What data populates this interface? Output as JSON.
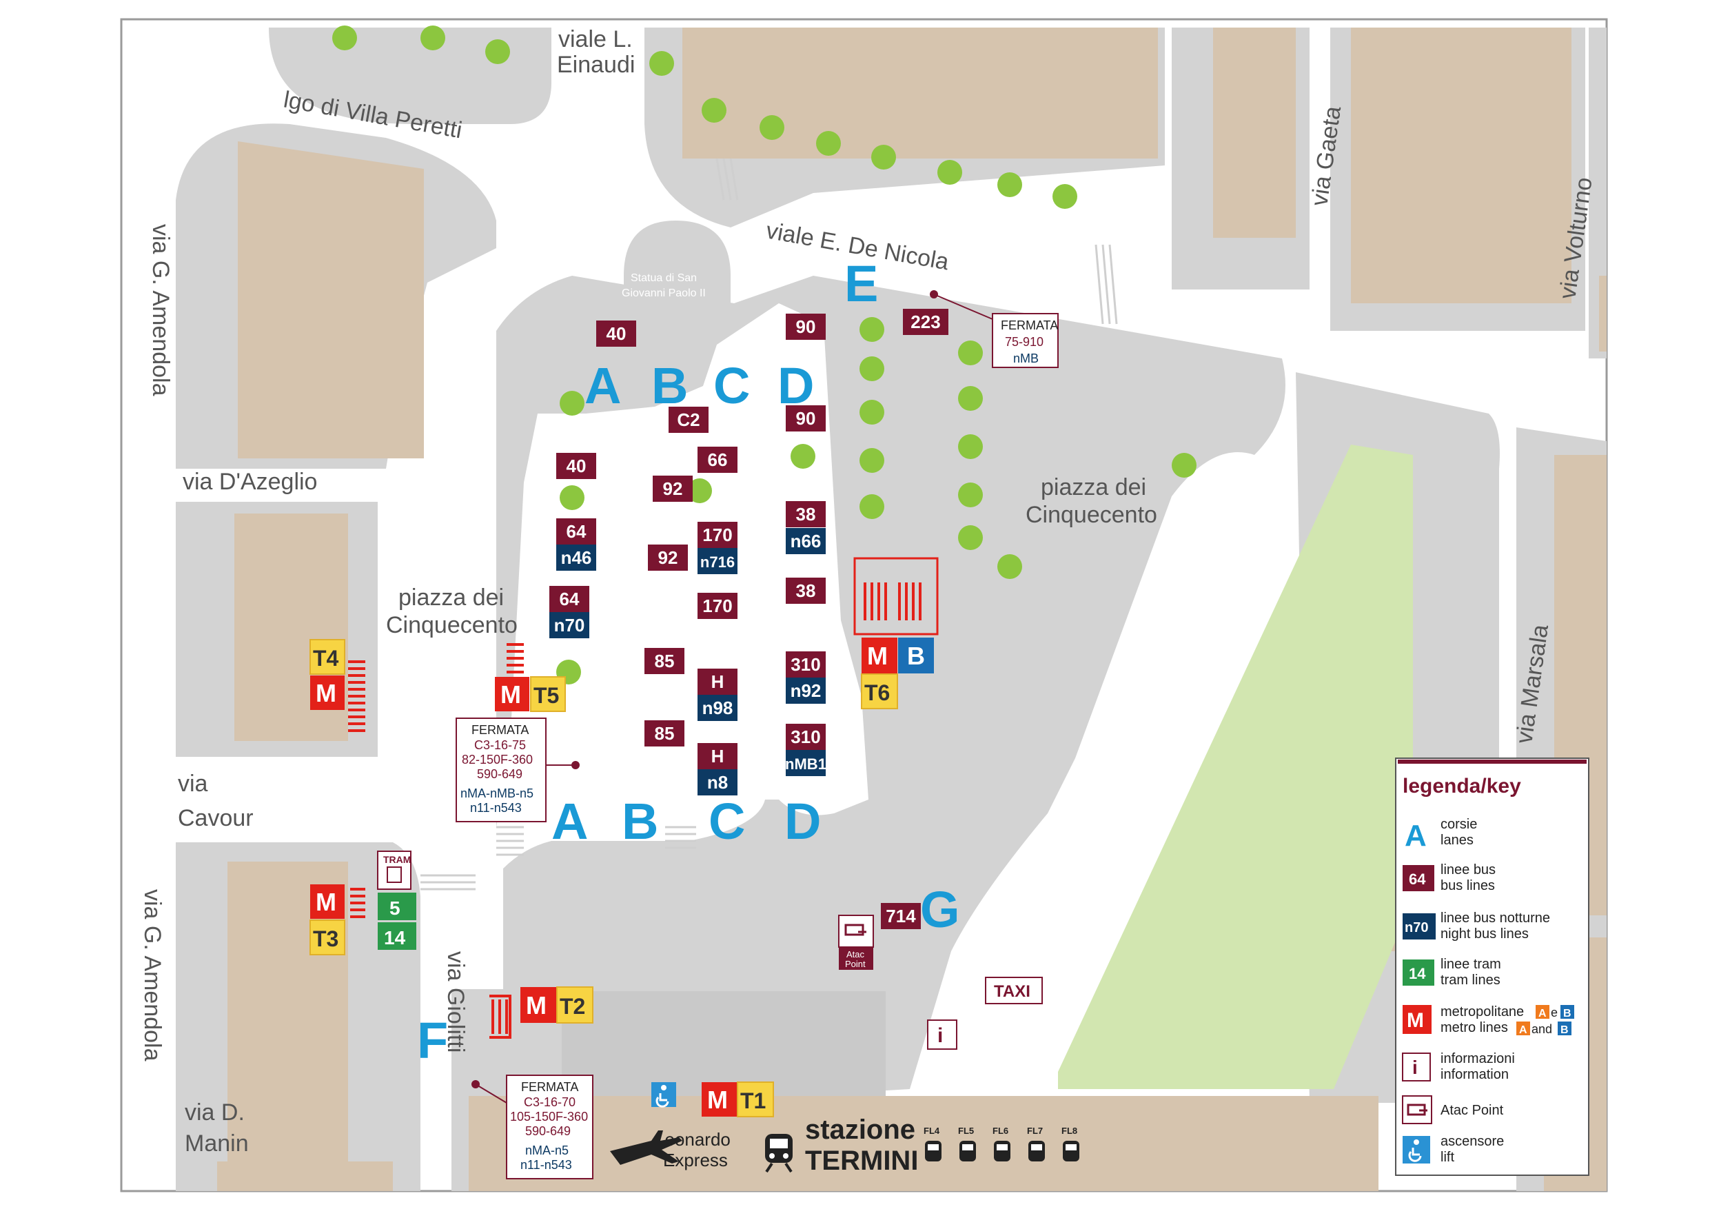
{
  "colors": {
    "street": "#ffffff",
    "block": "#d3d3d3",
    "building": "#d6c4ae",
    "square": "#c8c8c8",
    "park": "#d2e6b0",
    "tree": "#8cc63f",
    "lane": "#1a9ad6",
    "bus": "#7a1530",
    "night_bus": "#0d3a63",
    "tram": "#2a9a4a",
    "metro": "#e32119",
    "metro_b": "#1b6fb5",
    "yellow": "#f7d443"
  },
  "streets": {
    "einaudi_1": "viale L.",
    "einaudi_2": "Einaudi",
    "villa_peretti": "lgo di Villa Peretti",
    "de_nicola": "viale E. De Nicola",
    "gaeta": "via Gaeta",
    "volturno": "via Volturno",
    "amendola_top": "via G. Amendola",
    "azeglio": "via D'Azeglio",
    "cinquecento_left_1": "piazza dei",
    "cinquecento_left_2": "Cinquecento",
    "cinquecento_right_1": "piazza dei",
    "cinquecento_right_2": "Cinquecento",
    "cavour_1": "via",
    "cavour_2": "Cavour",
    "amendola_bottom": "via G. Amendola",
    "giolitti": "via Giolitti",
    "manin_1": "via D.",
    "manin_2": "Manin",
    "marsala": "via Marsala"
  },
  "statue": {
    "line1": "Statua di San",
    "line2": "Giovanni Paolo II"
  },
  "lanes": {
    "A": "A",
    "B": "B",
    "C": "C",
    "D": "D",
    "E": "E",
    "F": "F",
    "G": "G"
  },
  "bus_stops": [
    {
      "label": "40",
      "kind": "bus"
    },
    {
      "label": "90",
      "kind": "bus"
    },
    {
      "label": "223",
      "kind": "bus"
    },
    {
      "label": "C2",
      "kind": "bus"
    },
    {
      "label": "90",
      "kind": "bus"
    },
    {
      "label": "66",
      "kind": "bus"
    },
    {
      "label": "40",
      "kind": "bus"
    },
    {
      "label": "92",
      "kind": "bus"
    },
    {
      "label": "38",
      "kind": "bus"
    },
    {
      "label": "n66",
      "kind": "night"
    },
    {
      "label": "64",
      "kind": "bus"
    },
    {
      "label": "n46",
      "kind": "night"
    },
    {
      "label": "170",
      "kind": "bus"
    },
    {
      "label": "n716",
      "kind": "night"
    },
    {
      "label": "92",
      "kind": "bus"
    },
    {
      "label": "38",
      "kind": "bus"
    },
    {
      "label": "64",
      "kind": "bus"
    },
    {
      "label": "n70",
      "kind": "night"
    },
    {
      "label": "170",
      "kind": "bus"
    },
    {
      "label": "85",
      "kind": "bus"
    },
    {
      "label": "H",
      "kind": "bus"
    },
    {
      "label": "n98",
      "kind": "night"
    },
    {
      "label": "310",
      "kind": "bus"
    },
    {
      "label": "n92",
      "kind": "night"
    },
    {
      "label": "85",
      "kind": "bus"
    },
    {
      "label": "310",
      "kind": "bus"
    },
    {
      "label": "nMB1",
      "kind": "night"
    },
    {
      "label": "H",
      "kind": "bus"
    },
    {
      "label": "n8",
      "kind": "night"
    },
    {
      "label": "714",
      "kind": "bus"
    }
  ],
  "metro": {
    "m_symbol": "M",
    "b_letter": "B",
    "t1": "T1",
    "t2": "T2",
    "t3": "T3",
    "t4": "T4",
    "t5": "T5",
    "t6": "T6"
  },
  "tram": {
    "label": "TRAM",
    "line5": "5",
    "line14": "14"
  },
  "fermata_e": {
    "title": "FERMATA",
    "bus": "75-910",
    "night": "nMB"
  },
  "fermata_a": {
    "title": "FERMATA",
    "bus1": "C3-16-75",
    "bus2": "82-150F-360",
    "bus3": "590-649",
    "night1": "nMA-nMB-n5",
    "night2": "n11-n543"
  },
  "fermata_f": {
    "title": "FERMATA",
    "bus1": "C3-16-70",
    "bus2": "105-150F-360",
    "bus3": "590-649",
    "night1": "nMA-n5",
    "night2": "n11-n543"
  },
  "taxi": "TAXI",
  "info_symbol": "i",
  "atac_point": {
    "line1": "Atac",
    "line2": "Point"
  },
  "leonardo": {
    "line1": "Leonardo",
    "line2": "Express"
  },
  "station": {
    "line1": "stazione",
    "line2": "TERMINI"
  },
  "fl_lines": [
    "FL4",
    "FL5",
    "FL6",
    "FL7",
    "FL8"
  ],
  "legend": {
    "title": "legenda/key",
    "items": [
      {
        "symbol": "A",
        "kind": "lane",
        "line1": "corsie",
        "line2": "lanes"
      },
      {
        "symbol": "64",
        "kind": "bus",
        "line1": "linee bus",
        "line2": "bus lines"
      },
      {
        "symbol": "n70",
        "kind": "night",
        "line1": "linee bus notturne",
        "line2": "night bus lines"
      },
      {
        "symbol": "14",
        "kind": "tram",
        "line1": "linee tram",
        "line2": "tram lines"
      },
      {
        "symbol": "M",
        "kind": "metro",
        "line1": "metropolitane",
        "line1_and": "e",
        "line2": "metro lines",
        "line2_and": "and",
        "metro_a": "A",
        "metro_b": "B"
      },
      {
        "symbol": "i",
        "kind": "info",
        "line1": "informazioni",
        "line2": "information"
      },
      {
        "symbol": "",
        "kind": "atac",
        "line1": "Atac Point",
        "line2": ""
      },
      {
        "symbol": "",
        "kind": "lift",
        "line1": "ascensore",
        "line2": "lift"
      }
    ]
  }
}
